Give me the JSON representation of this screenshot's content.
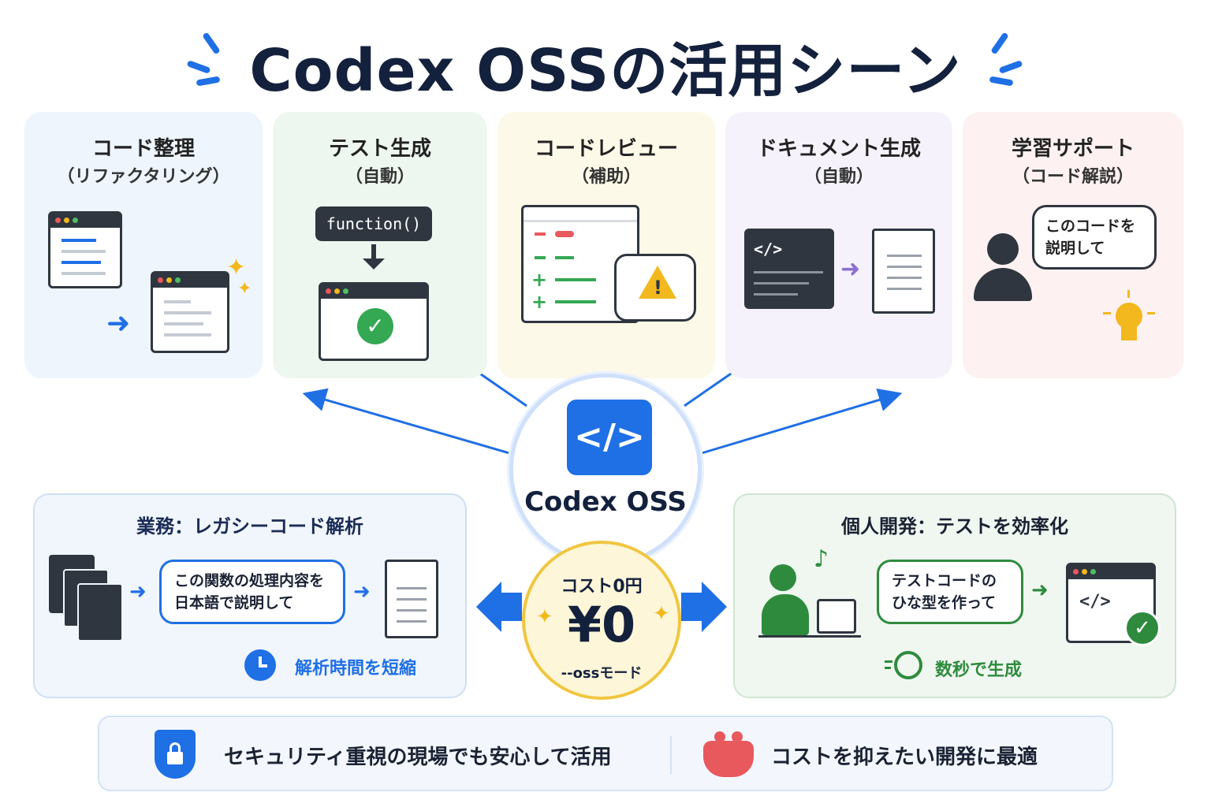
{
  "title": "Codex OSSの活用シーン",
  "cards": [
    {
      "title": "コード整理",
      "subtitle": "（リファクタリング）"
    },
    {
      "title": "テスト生成",
      "subtitle": "（自動）",
      "code_label": "function()"
    },
    {
      "title": "コードレビュー",
      "subtitle": "（補助）"
    },
    {
      "title": "ドキュメント生成",
      "subtitle": "（自動）",
      "code_label": "</>"
    },
    {
      "title": "学習サポート",
      "subtitle": "（コード解説）",
      "bubble_line1": "このコードを",
      "bubble_line2": "説明して"
    }
  ],
  "hub": {
    "icon_text": "</>",
    "label": "Codex OSS"
  },
  "panel_left": {
    "title": "業務：レガシーコード解析",
    "bubble_line1": "この関数の処理内容を",
    "bubble_line2": "日本語で説明して",
    "result": "解析時間を短縮"
  },
  "panel_right": {
    "title": "個人開発：テストを効率化",
    "bubble_line1": "テストコードの",
    "bubble_line2": "ひな型を作って",
    "code_label": "</>",
    "result": "数秒で生成"
  },
  "cost": {
    "label": "コスト0円",
    "value": "¥0",
    "mode": "--ossモード"
  },
  "footer": {
    "left_text": "セキュリティ重視の現場でも安心して活用",
    "right_text": "コストを抑えたい開発に最適"
  },
  "colors": {
    "accent": "#1f6fe5",
    "card_blue": "#eef5fd",
    "card_green": "#eef7ef",
    "card_yellow": "#fdf9e8",
    "card_purple": "#f5f2fb",
    "card_pink": "#fdf1f1",
    "success": "#2e8b3e",
    "warning": "#f2b81d",
    "purse": "#e8595d"
  }
}
